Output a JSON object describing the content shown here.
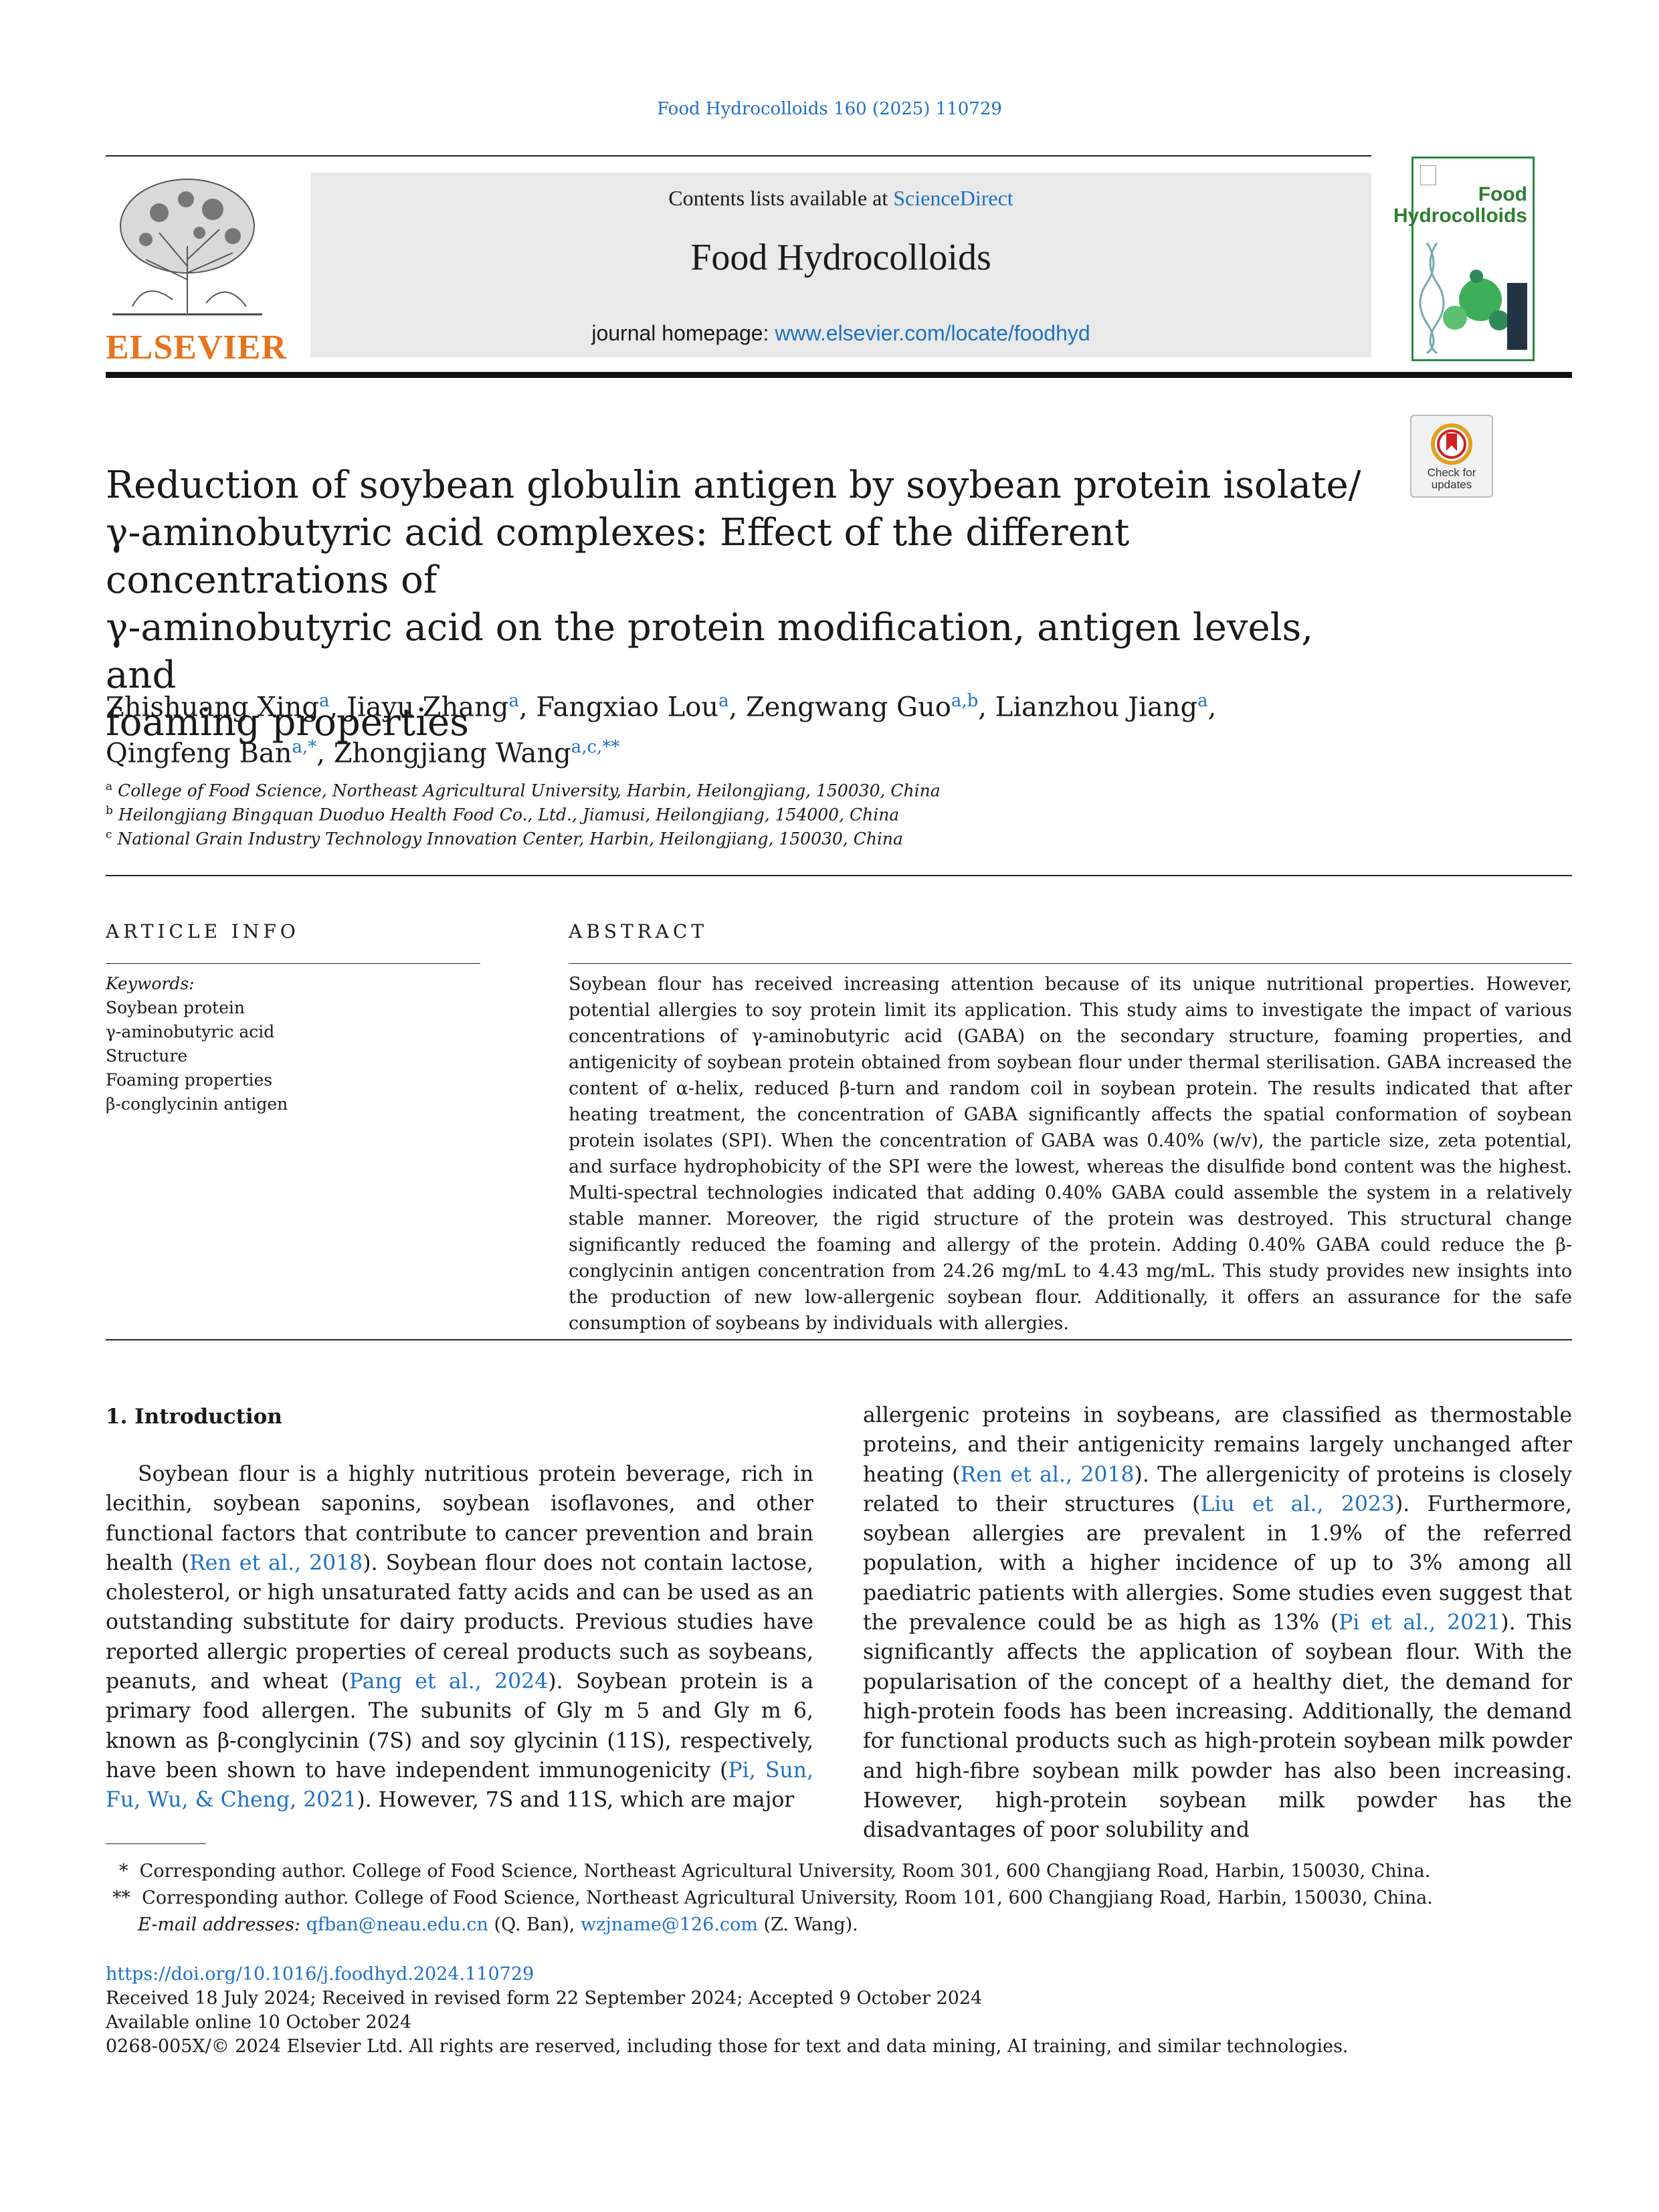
{
  "citation": "Food Hydrocolloids 160 (2025) 110729",
  "publisher": {
    "name": "ELSEVIER",
    "logo_icon": "tree-logo-icon"
  },
  "banner": {
    "contents_prefix": "Contents lists available at ",
    "contents_link": "ScienceDirect",
    "journal_name": "Food Hydrocolloids",
    "homepage_prefix": "journal homepage: ",
    "homepage_link": "www.elsevier.com/locate/foodhyd"
  },
  "cover": {
    "line1": "Food",
    "line2": "Hydrocolloids"
  },
  "crossmark": {
    "label_line1": "Check for",
    "label_line2": "updates"
  },
  "title_lines": [
    "Reduction of soybean globulin antigen by soybean protein isolate/",
    "γ-aminobutyric acid complexes: Effect of the different concentrations of",
    "γ-aminobutyric acid on the protein modification, antigen levels, and",
    "foaming properties"
  ],
  "authors": [
    {
      "name": "Zhishuang Xing",
      "sup": "a",
      "sep": ", "
    },
    {
      "name": "Jiayu Zhang",
      "sup": "a",
      "sep": ", "
    },
    {
      "name": "Fangxiao Lou",
      "sup": "a",
      "sep": ", "
    },
    {
      "name": "Zengwang Guo",
      "sup": "a,b",
      "sep": ", "
    },
    {
      "name": "Lianzhou Jiang",
      "sup": "a",
      "sep": ","
    },
    {
      "name": "Qingfeng Ban",
      "sup": "a,*",
      "sep": ", "
    },
    {
      "name": "Zhongjiang Wang",
      "sup": "a,c,**",
      "sep": ""
    }
  ],
  "affiliations": [
    {
      "sup": "a",
      "text": "College of Food Science, Northeast Agricultural University, Harbin, Heilongjiang, 150030, China"
    },
    {
      "sup": "b",
      "text": "Heilongjiang Bingquan Duoduo Health Food Co., Ltd., Jiamusi, Heilongjiang, 154000, China"
    },
    {
      "sup": "c",
      "text": "National Grain Industry Technology Innovation Center, Harbin, Heilongjiang, 150030, China"
    }
  ],
  "article_info": {
    "heading": "ARTICLE INFO",
    "keywords_label": "Keywords:",
    "keywords": [
      "Soybean protein",
      "γ-aminobutyric acid",
      "Structure",
      "Foaming properties",
      "β-conglycinin antigen"
    ]
  },
  "abstract": {
    "heading": "ABSTRACT",
    "text": "Soybean flour has received increasing attention because of its unique nutritional properties. However, potential allergies to soy protein limit its application. This study aims to investigate the impact of various concentrations of γ-aminobutyric acid (GABA) on the secondary structure, foaming properties, and antigenicity of soybean protein obtained from soybean flour under thermal sterilisation. GABA increased the content of α-helix, reduced β-turn and random coil in soybean protein. The results indicated that after heating treatment, the concentration of GABA significantly affects the spatial conformation of soybean protein isolates (SPI). When the concentration of GABA was 0.40% (w/v), the particle size, zeta potential, and surface hydrophobicity of the SPI were the lowest, whereas the disulfide bond content was the highest. Multi-spectral technologies indicated that adding 0.40% GABA could assemble the system in a relatively stable manner. Moreover, the rigid structure of the protein was destroyed. This structural change significantly reduced the foaming and allergy of the protein. Adding 0.40% GABA could reduce the β-conglycinin antigen concentration from 24.26 mg/mL to 4.43 mg/mL. This study provides new insights into the production of new low-allergenic soybean flour. Additionally, it offers an assurance for the safe consumption of soybeans by individuals with allergies."
  },
  "intro": {
    "heading": "1.  Introduction",
    "left": [
      {
        "t": "Soybean flour is a highly nutritious protein beverage, rich in lecithin, soybean saponins, soybean isoflavones, and other functional factors that contribute to cancer prevention and brain health ("
      },
      {
        "l": "Ren et al., 2018"
      },
      {
        "t": "). Soybean flour does not contain lactose, cholesterol, or high unsaturated fatty acids and can be used as an outstanding substitute for dairy products. Previous studies have reported allergic properties of cereal products such as soybeans, peanuts, and wheat ("
      },
      {
        "l": "Pang et al., 2024"
      },
      {
        "t": "). Soybean protein is a primary food allergen. The subunits of Gly m 5 and Gly m 6, known as β-conglycinin (7S) and soy glycinin (11S), respectively, have been shown to have independent immunogenicity ("
      },
      {
        "l": "Pi, Sun, Fu, Wu, & Cheng, 2021"
      },
      {
        "t": "). However, 7S and 11S, which are major"
      }
    ],
    "right": [
      {
        "t": "allergenic proteins in soybeans, are classified as thermostable proteins, and their antigenicity remains largely unchanged after heating ("
      },
      {
        "l": "Ren et al., 2018"
      },
      {
        "t": "). The allergenicity of proteins is closely related to their structures ("
      },
      {
        "l": "Liu et al., 2023"
      },
      {
        "t": "). Furthermore, soybean allergies are prevalent in 1.9% of the referred population, with a higher incidence of up to 3% among all paediatric patients with allergies. Some studies even suggest that the prevalence could be as high as 13% ("
      },
      {
        "l": "Pi et al., 2021"
      },
      {
        "t": "). This significantly affects the application of soybean flour. With the popularisation of the concept of a healthy diet, the demand for high-protein foods has been increasing. Additionally, the demand for functional products such as high-protein soybean milk powder and high-fibre soybean milk powder has also been increasing. However, high-protein soybean milk powder has the disadvantages of poor solubility and"
      }
    ]
  },
  "footnotes": {
    "fn1_mark": "*",
    "fn1": "Corresponding author. College of Food Science, Northeast Agricultural University, Room 301, 600 Changjiang Road, Harbin, 150030, China.",
    "fn2_mark": "**",
    "fn2": "Corresponding author. College of Food Science, Northeast Agricultural University, Room 101, 600 Changjiang Road, Harbin, 150030, China.",
    "email_label": "E-mail addresses:",
    "email1": "qfban@neau.edu.cn",
    "email1_who": " (Q. Ban), ",
    "email2": "wzjname@126.com",
    "email2_who": " (Z. Wang)."
  },
  "bottom": {
    "doi": "https://doi.org/10.1016/j.foodhyd.2024.110729",
    "history": "Received 18 July 2024; Received in revised form 22 September 2024; Accepted 9 October 2024",
    "online": "Available online 10 October 2024",
    "copyright": "0268-005X/© 2024 Elsevier Ltd. All rights are reserved, including those for text and data mining, AI training, and similar technologies."
  }
}
